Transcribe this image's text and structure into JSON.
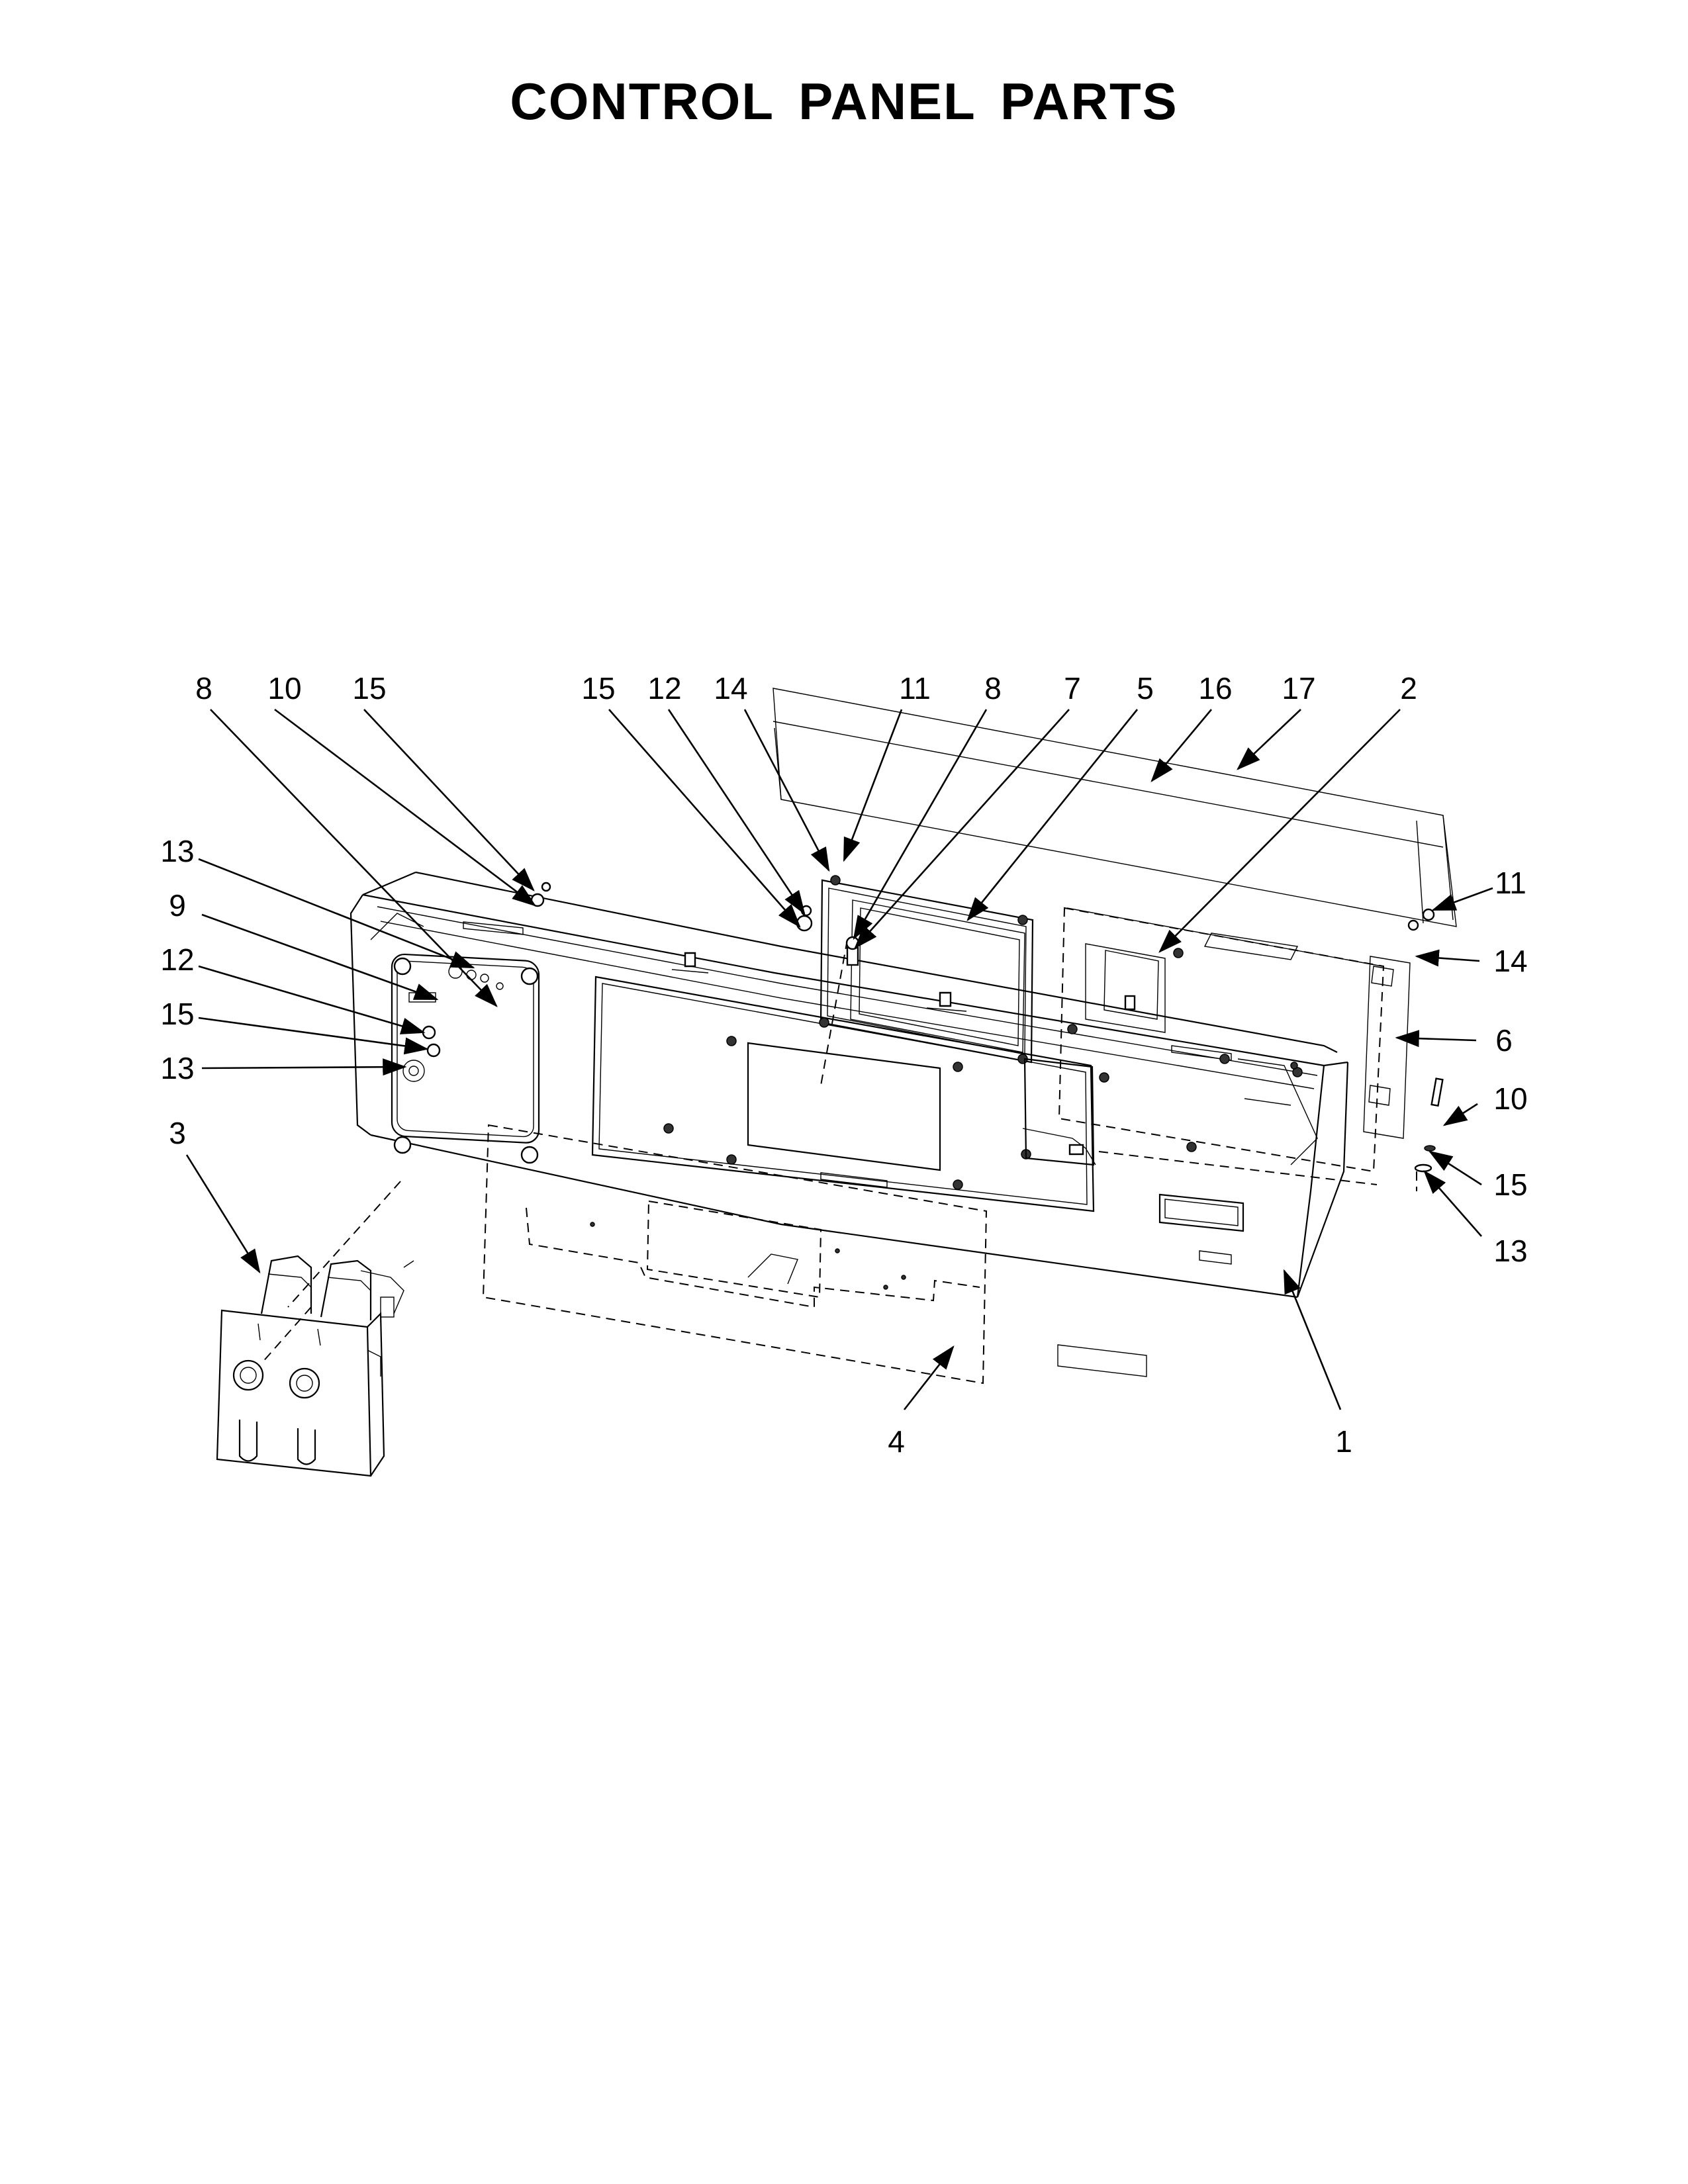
{
  "title": "CONTROL PANEL PARTS",
  "callouts": [
    {
      "id": "c-top-8",
      "label": "8"
    },
    {
      "id": "c-top-10",
      "label": "10"
    },
    {
      "id": "c-top-15a",
      "label": "15"
    },
    {
      "id": "c-top-15b",
      "label": "15"
    },
    {
      "id": "c-top-12",
      "label": "12"
    },
    {
      "id": "c-top-14",
      "label": "14"
    },
    {
      "id": "c-top-11",
      "label": "11"
    },
    {
      "id": "c-top-8b",
      "label": "8"
    },
    {
      "id": "c-top-7",
      "label": "7"
    },
    {
      "id": "c-top-5",
      "label": "5"
    },
    {
      "id": "c-top-16",
      "label": "16"
    },
    {
      "id": "c-top-17",
      "label": "17"
    },
    {
      "id": "c-top-2",
      "label": "2"
    },
    {
      "id": "c-left-13a",
      "label": "13"
    },
    {
      "id": "c-left-9",
      "label": "9"
    },
    {
      "id": "c-left-12",
      "label": "12"
    },
    {
      "id": "c-left-15",
      "label": "15"
    },
    {
      "id": "c-left-13b",
      "label": "13"
    },
    {
      "id": "c-left-3",
      "label": "3"
    },
    {
      "id": "c-right-11",
      "label": "11"
    },
    {
      "id": "c-right-14",
      "label": "14"
    },
    {
      "id": "c-right-6",
      "label": "6"
    },
    {
      "id": "c-right-10",
      "label": "10"
    },
    {
      "id": "c-right-15",
      "label": "15"
    },
    {
      "id": "c-right-13",
      "label": "13"
    },
    {
      "id": "c-bottom-4",
      "label": "4"
    },
    {
      "id": "c-bottom-1",
      "label": "1"
    }
  ]
}
